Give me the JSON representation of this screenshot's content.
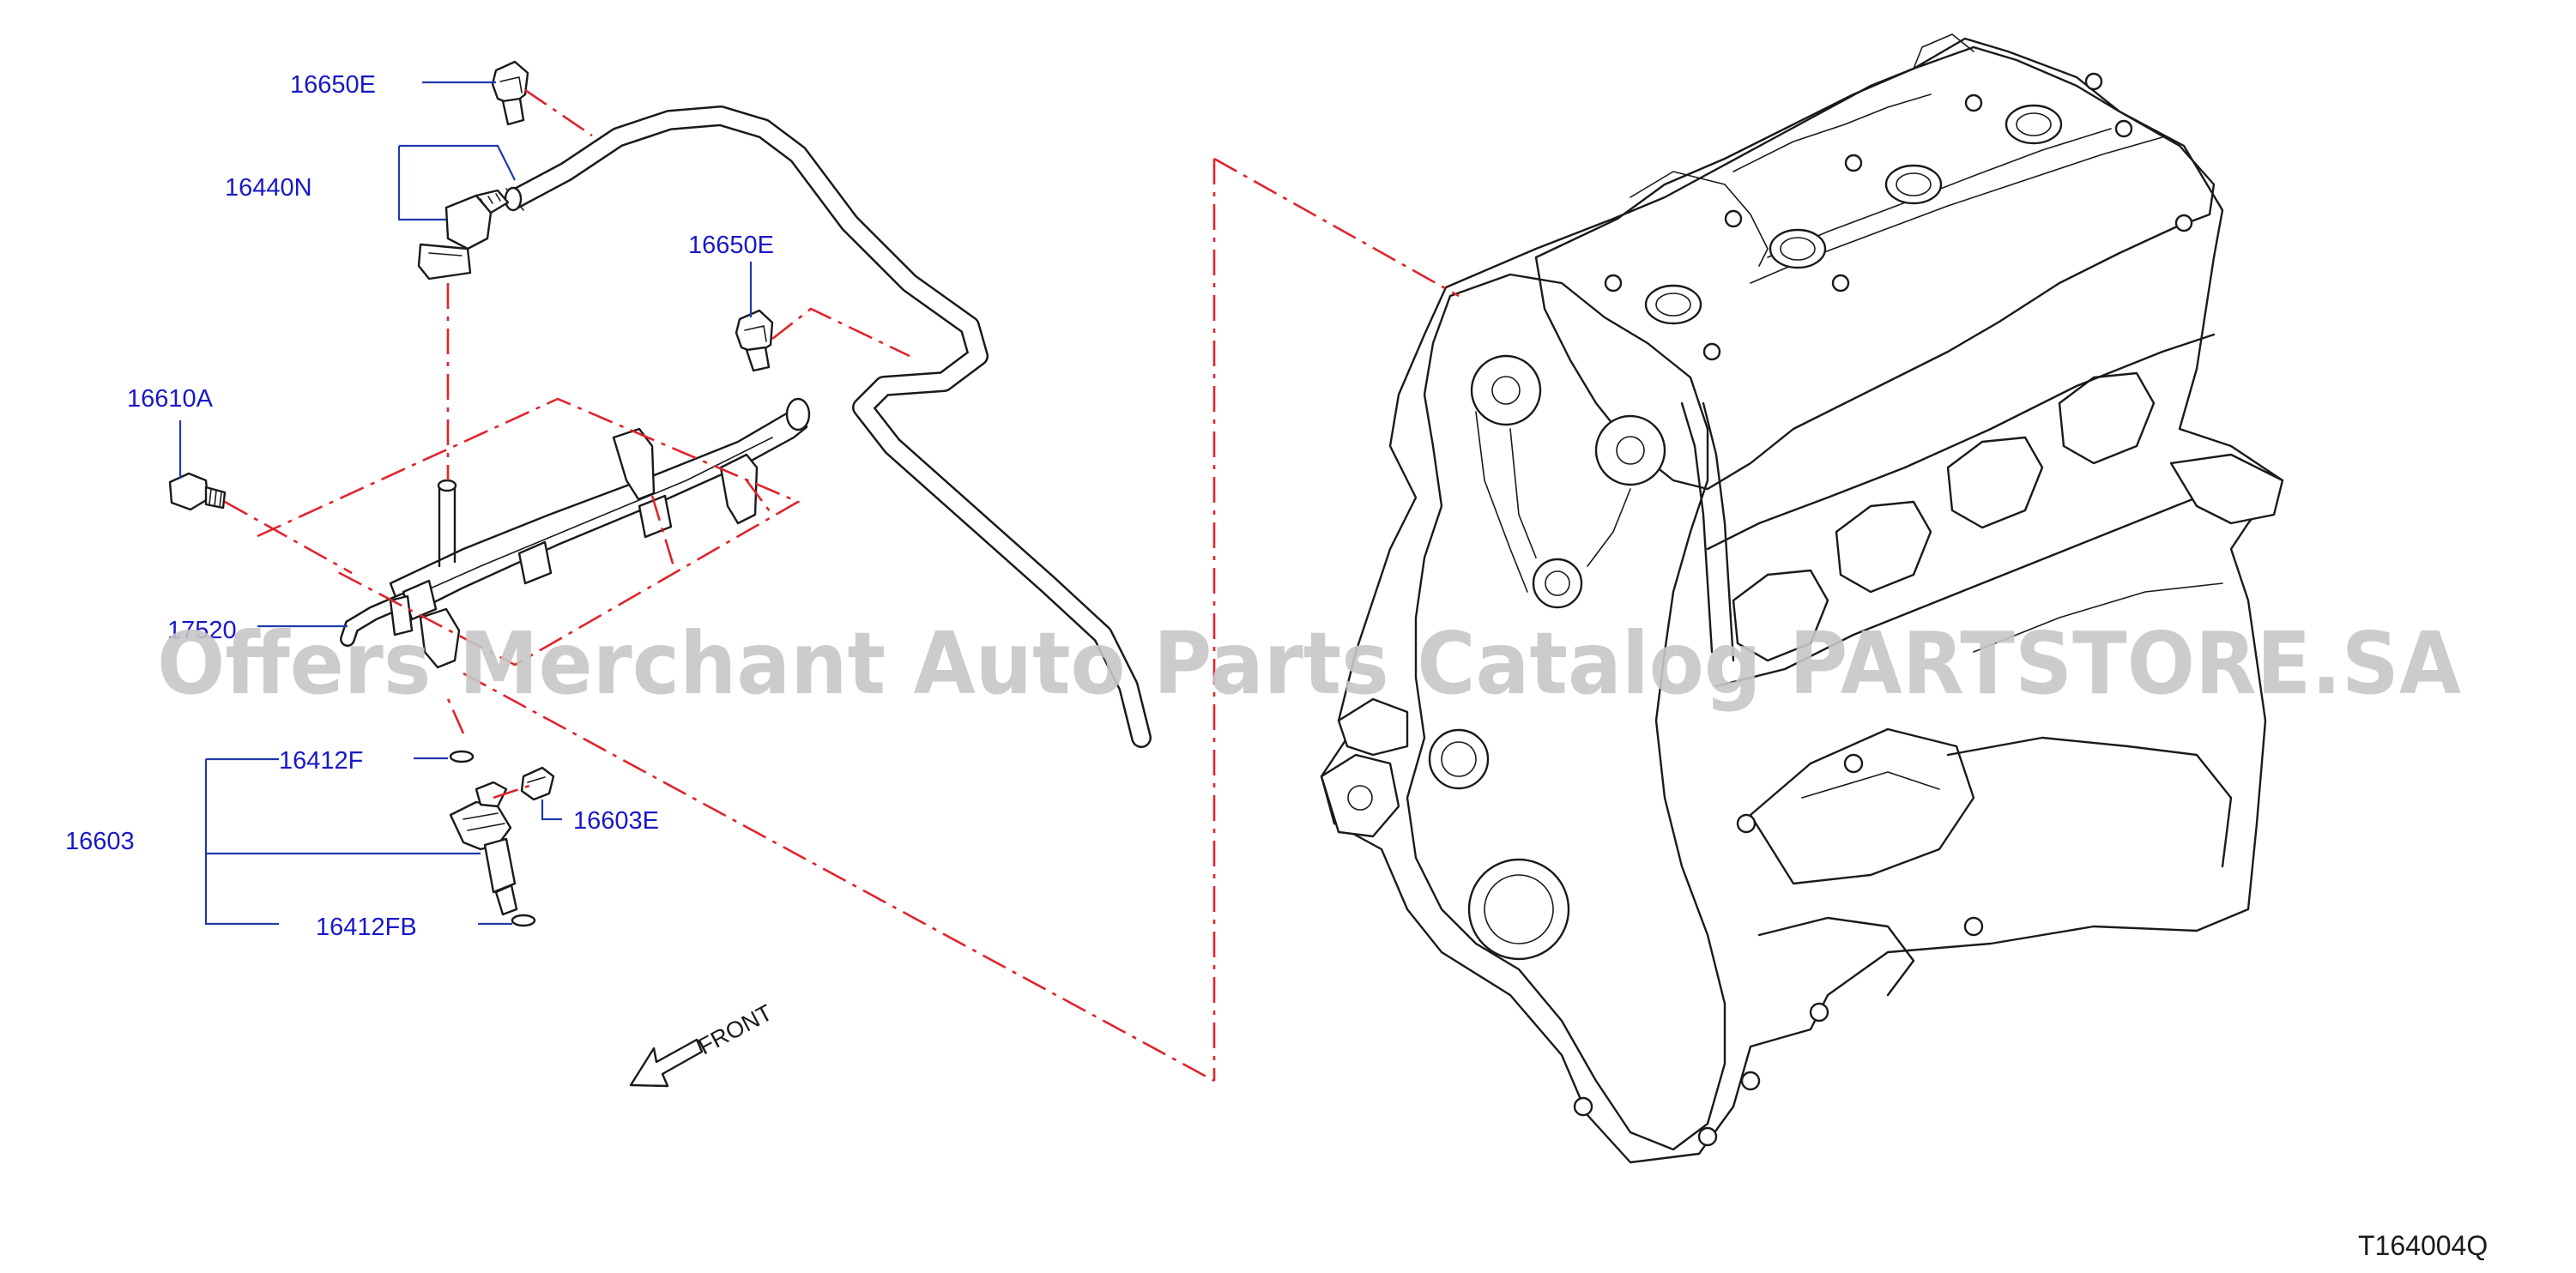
{
  "colors": {
    "label": "#1818c8",
    "leader": "#1f3aa8",
    "dash": "#e0242b",
    "outline": "#1a1a1a",
    "watermark": "#c6c6c6"
  },
  "labels": {
    "clip_top": "16650E",
    "hose_fitting": "16440N",
    "clip_mid": "16650E",
    "bolt": "16610A",
    "rail": "17520",
    "oring_top": "16412F",
    "injector": "16603",
    "injector_clip": "16603E",
    "oring_bottom": "16412FB"
  },
  "front_arrow_label": "FRONT",
  "diagram_code": "T164004Q",
  "watermark": "Offers Merchant Auto Parts Catalog PARTSTORE.SA"
}
